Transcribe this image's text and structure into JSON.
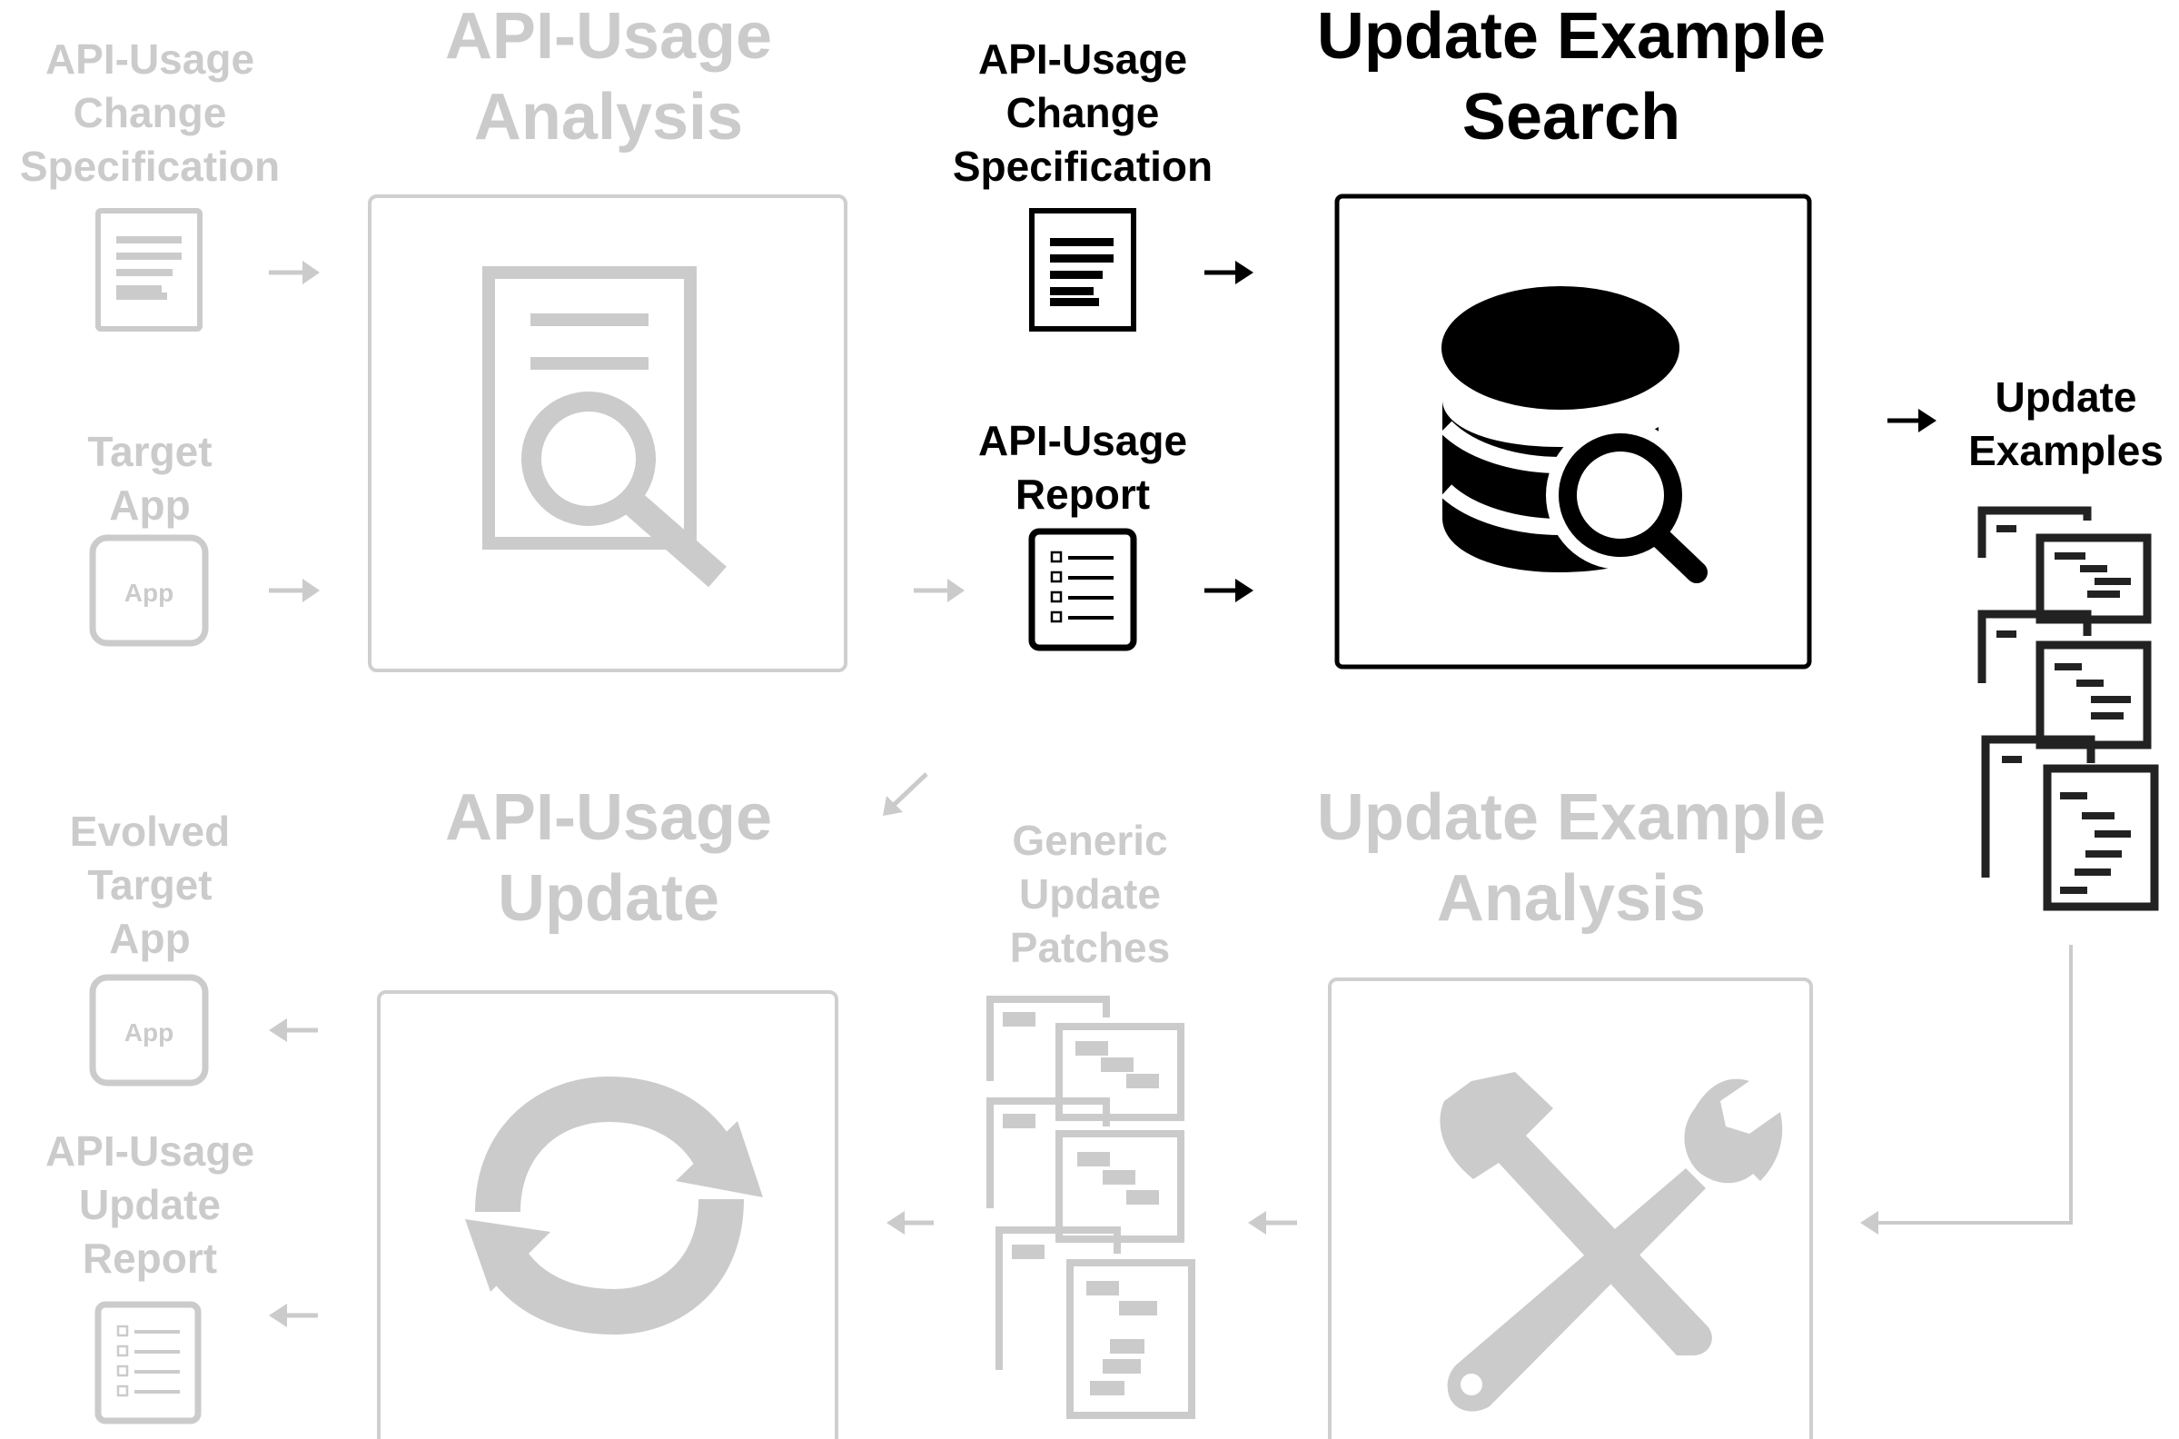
{
  "stages": {
    "analysis": {
      "title": "API-Usage\nAnalysis",
      "state": "inactive"
    },
    "search": {
      "title": "Update Example\nSearch",
      "state": "active"
    },
    "update": {
      "title": "API-Usage\nUpdate",
      "state": "inactive"
    },
    "example_analysis": {
      "title": "Update Example\nAnalysis",
      "state": "inactive"
    }
  },
  "artifacts": {
    "spec_left": {
      "label": "API-Usage\nChange\nSpecification"
    },
    "target_app": {
      "label": "Target\nApp",
      "badge": "App"
    },
    "spec_mid": {
      "label": "API-Usage\nChange\nSpecification"
    },
    "usage_report": {
      "label": "API-Usage\nReport"
    },
    "update_examples": {
      "label": "Update\nExamples"
    },
    "evolved_app": {
      "label": "Evolved\nTarget\nApp",
      "badge": "App"
    },
    "update_report": {
      "label": "API-Usage\nUpdate\nReport"
    },
    "patches": {
      "label": "Generic\nUpdate\nPatches"
    }
  },
  "icons": {
    "analysis": "document-magnifier-icon",
    "search": "database-search-icon",
    "update": "sync-arrows-icon",
    "example_analysis": "hammer-wrench-icon"
  },
  "colors": {
    "active": "#000000",
    "inactive": "#cbcbcb"
  }
}
